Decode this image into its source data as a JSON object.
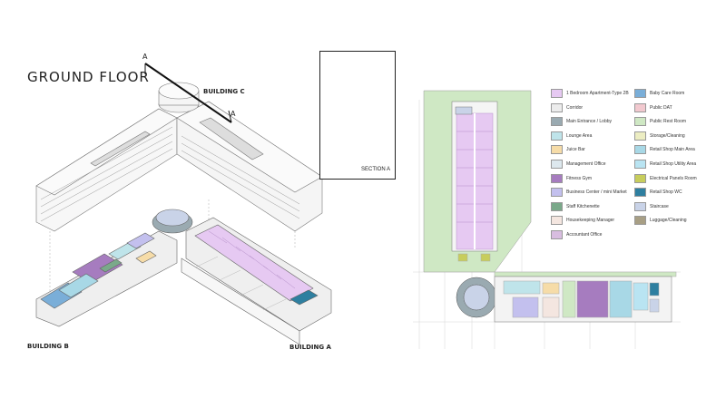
{
  "title": "GROUND FLOOR",
  "labels": {
    "building_c": "BUILDING C",
    "building_b": "BUILDING B",
    "building_a": "BUILDING A",
    "cut_a_top": "A",
    "cut_a_bottom": "A",
    "section_a": "SECTION A"
  },
  "legend": {
    "col1": [
      {
        "label": "1 Bedroom Apartment-Type 2B",
        "color": "#e6c9f2"
      },
      {
        "label": "Corridor",
        "color": "#ececec"
      },
      {
        "label": "Main Entrance / Lobby",
        "color": "#9aaab1"
      },
      {
        "label": "Lounge Area",
        "color": "#bfe4ea"
      },
      {
        "label": "Juice Bar",
        "color": "#f6dca8"
      },
      {
        "label": "Management Office",
        "color": "#dde8ee"
      },
      {
        "label": "Fitness Gym",
        "color": "#a67cbf"
      },
      {
        "label": "Business Center / mini Market",
        "color": "#c3c0ee"
      },
      {
        "label": "Staff Kitchenette",
        "color": "#7aa98a"
      },
      {
        "label": "Housekeeping Manager",
        "color": "#f4e6e0"
      },
      {
        "label": "Accountant Office",
        "color": "#d8bde0"
      }
    ],
    "col2": [
      {
        "label": "Baby Care Room",
        "color": "#7aaed8"
      },
      {
        "label": "Public DAT",
        "color": "#f2c9cf"
      },
      {
        "label": "Public Rest Room",
        "color": "#cfe8c4"
      },
      {
        "label": "Storage/Cleaning",
        "color": "#ecedc2"
      },
      {
        "label": "Retail Shop Main Area",
        "color": "#a8d8e6"
      },
      {
        "label": "Retail Shop Utility Area",
        "color": "#b9e4f2"
      },
      {
        "label": "Electrical Panels Room",
        "color": "#c7cd5c"
      },
      {
        "label": "Retail Shop WC",
        "color": "#2e7fa0"
      },
      {
        "label": "Staircase",
        "color": "#c9d3e8"
      },
      {
        "label": "Luggage/Cleaning",
        "color": "#a89f85"
      }
    ]
  }
}
